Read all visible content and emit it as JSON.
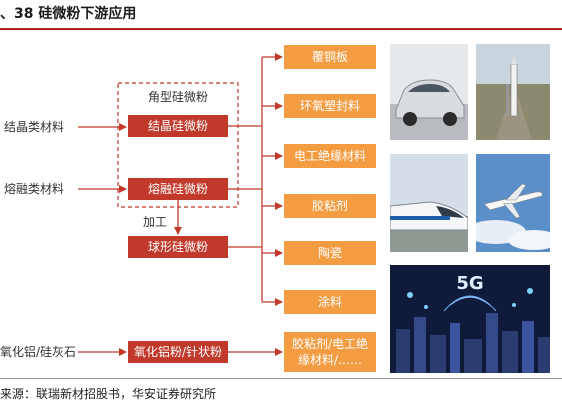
{
  "title": "、38 硅微粉下游应用",
  "source": "来源：联瑞新材招股书，华安证券研究所",
  "colors": {
    "red": "#c0392b",
    "orange": "#f39c42",
    "dashed": "#c0392b"
  },
  "inputs": [
    "结晶类材料",
    "熔融类材料",
    "氧化铝/硅灰石"
  ],
  "group_label": "角型硅微粉",
  "process_label": "加工",
  "products": [
    "结晶硅微粉",
    "熔融硅微粉",
    "球形硅微粉",
    "氧化铝粉/针状粉"
  ],
  "applications": [
    "覆铜板",
    "环氧塑封料",
    "电工绝缘材料",
    "胶粘剂",
    "陶瓷",
    "涂料"
  ],
  "last_application": [
    "胶粘剂/电工绝",
    "缘材料/……"
  ],
  "photo_5g_label": "5G"
}
